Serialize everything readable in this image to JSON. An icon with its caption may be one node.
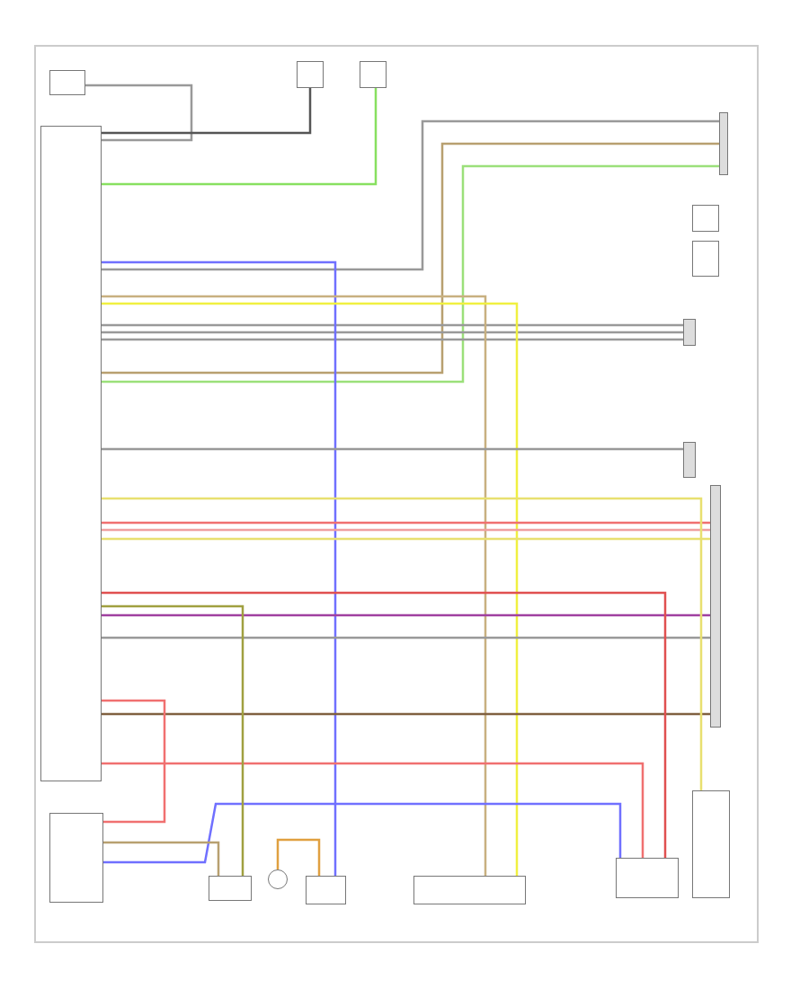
{
  "diagram": {
    "nodes": [
      {
        "text": [],
        "shape": "box"
      },
      {
        "text": [],
        "shape": "box"
      },
      {
        "text": [],
        "shape": "box"
      },
      {
        "text": [],
        "shape": "box"
      },
      {
        "text": [],
        "shape": "bar"
      },
      {
        "text": [],
        "shape": "box"
      },
      {
        "text": [],
        "shape": "box"
      },
      {
        "text": [],
        "shape": "bar"
      },
      {
        "text": [],
        "shape": "bar"
      },
      {
        "text": [],
        "shape": "bar"
      },
      {
        "text": [],
        "shape": "box"
      },
      {
        "text": [],
        "shape": "box"
      },
      {
        "text": [],
        "shape": "circle"
      },
      {
        "text": [],
        "shape": "box"
      },
      {
        "text": [],
        "shape": "box"
      },
      {
        "text": [],
        "shape": "box"
      },
      {
        "text": [],
        "shape": "box"
      }
    ],
    "edges": [
      {
        "from": 0,
        "to": 1,
        "arrow": "none"
      },
      {
        "from": 0,
        "to": 2,
        "arrow": "none",
        "color": "#555555"
      },
      {
        "from": 0,
        "to": 3,
        "arrow": "none",
        "color": "#88e060"
      },
      {
        "from": 0,
        "to": 4,
        "arrow": "none"
      },
      {
        "from": 0,
        "to": 4,
        "arrow": "none",
        "color": "#b8a070"
      },
      {
        "from": 0,
        "to": 4,
        "arrow": "none",
        "color": "#9be07a"
      },
      {
        "from": 0,
        "to": 7,
        "arrow": "none"
      },
      {
        "from": 0,
        "to": 7,
        "arrow": "none"
      },
      {
        "from": 0,
        "to": 7,
        "arrow": "none"
      },
      {
        "from": 0,
        "to": 13,
        "arrow": "none",
        "color": "#7070ff"
      },
      {
        "from": 0,
        "to": 14,
        "arrow": "none",
        "color": "#c8b080"
      },
      {
        "from": 0,
        "to": 14,
        "arrow": "none",
        "color": "#f0f040"
      },
      {
        "from": 0,
        "to": 8,
        "arrow": "none"
      },
      {
        "from": 0,
        "to": 9,
        "arrow": "none",
        "color": "#f07070"
      },
      {
        "from": 0,
        "to": 9,
        "arrow": "none",
        "color": "#f0a0a0"
      },
      {
        "from": 0,
        "to": 9,
        "arrow": "none",
        "color": "#e8e070"
      },
      {
        "from": 0,
        "to": 9,
        "arrow": "none",
        "color": "#a040a0"
      },
      {
        "from": 0,
        "to": 9,
        "arrow": "none"
      },
      {
        "from": 0,
        "to": 9,
        "arrow": "none",
        "color": "#806040"
      },
      {
        "from": 0,
        "to": 15,
        "arrow": "none",
        "color": "#f07070"
      },
      {
        "from": 10,
        "to": 15,
        "arrow": "none",
        "color": "#7070ff"
      },
      {
        "from": 10,
        "to": 0,
        "arrow": "none",
        "color": "#f07070"
      },
      {
        "from": 10,
        "to": 11,
        "arrow": "none",
        "color": "#b8a070"
      },
      {
        "from": 0,
        "to": 11,
        "arrow": "none",
        "color": "#a0a040"
      },
      {
        "from": 12,
        "to": 13,
        "arrow": "none",
        "color": "#e0a040"
      },
      {
        "from": 0,
        "to": 15,
        "arrow": "none",
        "color": "#e05050"
      },
      {
        "from": 0,
        "to": 16,
        "arrow": "none",
        "color": "#e8e070"
      }
    ]
  }
}
